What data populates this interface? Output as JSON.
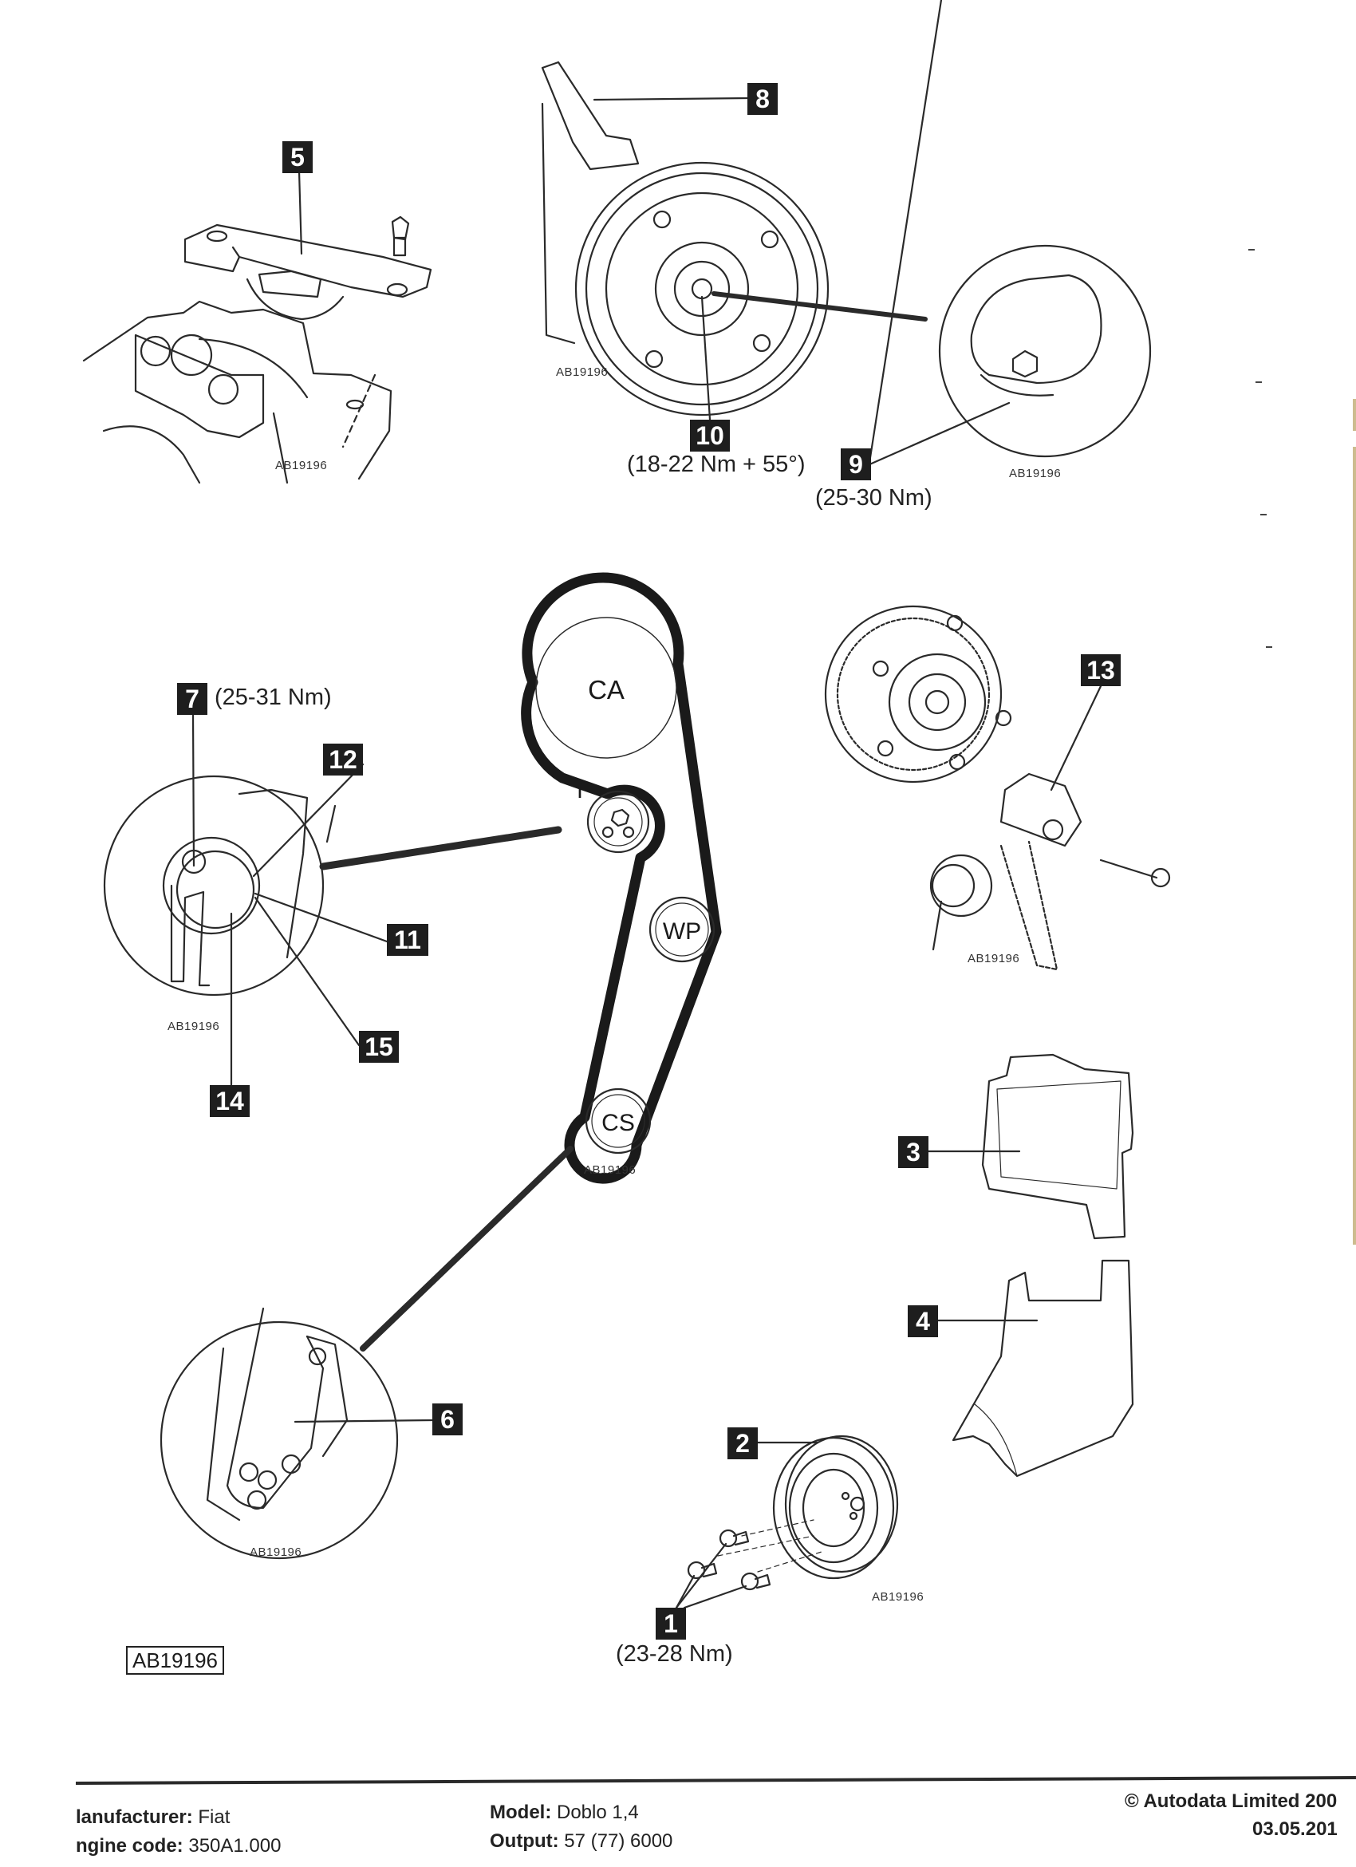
{
  "diagram_ref": "AB19196",
  "callouts": {
    "c1": {
      "num": "1",
      "torque": "(23-28 Nm)"
    },
    "c2": {
      "num": "2"
    },
    "c3": {
      "num": "3"
    },
    "c4": {
      "num": "4"
    },
    "c5": {
      "num": "5"
    },
    "c6": {
      "num": "6"
    },
    "c7": {
      "num": "7",
      "torque": "(25-31 Nm)"
    },
    "c8": {
      "num": "8"
    },
    "c9": {
      "num": "9",
      "torque": "(25-30 Nm)"
    },
    "c10": {
      "num": "10",
      "torque": "(18-22 Nm + 55°)"
    },
    "c11": {
      "num": "11"
    },
    "c12": {
      "num": "12"
    },
    "c13": {
      "num": "13"
    },
    "c14": {
      "num": "14"
    },
    "c15": {
      "num": "15"
    }
  },
  "belt_layout": {
    "pulleys": [
      {
        "id": "CA",
        "label": "CA"
      },
      {
        "id": "T",
        "label": "T"
      },
      {
        "id": "WP",
        "label": "WP"
      },
      {
        "id": "CS",
        "label": "CS"
      }
    ]
  },
  "footer": {
    "manufacturer_label": "lanufacturer:",
    "manufacturer_value": "Fiat",
    "engine_label": "ngine code:",
    "engine_value": "350A1.000",
    "model_label": "Model:",
    "model_value": "Doblo  1,4",
    "output_label": "Output:",
    "output_value": "57 (77) 6000",
    "copyright": "© Autodata Limited 200",
    "date": "03.05.201"
  }
}
